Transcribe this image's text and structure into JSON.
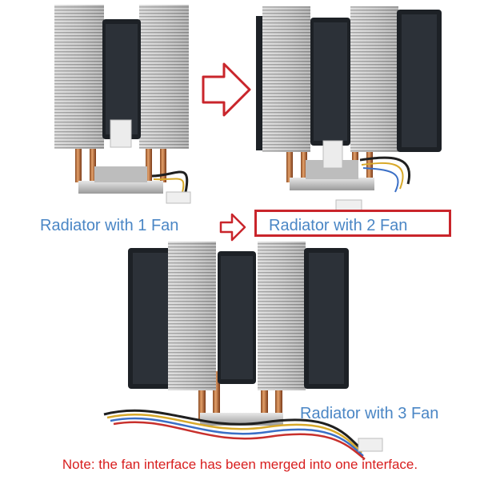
{
  "captions": {
    "one_fan": "Radiator with 1 Fan",
    "two_fan": "Radiator with 2 Fan",
    "three_fan": "Radiator with 3 Fan"
  },
  "note": "Note: the fan interface has been merged into one interface.",
  "colors": {
    "caption": "#4a86c5",
    "note": "#d81e1e",
    "arrow": "#c9252b",
    "highlight_box": "#c9252b"
  },
  "icons": {
    "upgrade_arrow_large": "arrow-right-outline",
    "upgrade_arrow_small": "arrow-right-outline"
  }
}
